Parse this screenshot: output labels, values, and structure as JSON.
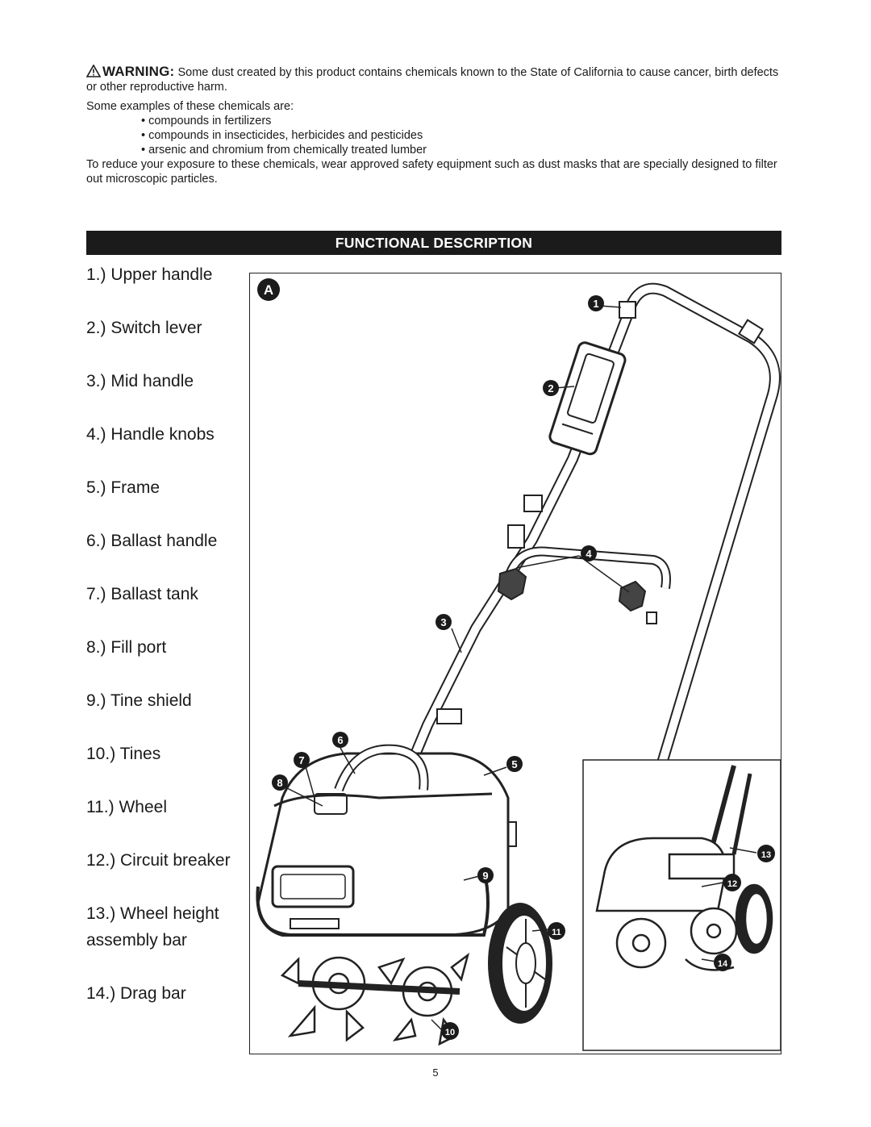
{
  "warning": {
    "head": "WARNING:",
    "text": "Some dust created by this product contains chemicals known to the State of California to cause cancer, birth defects or other reproductive harm.",
    "intro": "Some examples of these chemicals are:",
    "bullets": [
      "compounds in fertilizers",
      "compounds in insecticides, herbicides and pesticides",
      "arsenic and chromium from chemically treated lumber"
    ],
    "closing": "To reduce your exposure to these chemicals, wear approved safety equipment such as dust masks that are specially designed to filter out microscopic particles."
  },
  "section_title": "FUNCTIONAL DESCRIPTION",
  "parts": [
    "1.) Upper handle",
    "2.) Switch lever",
    "3.) Mid handle",
    "4.) Handle knobs",
    "5.) Frame",
    "6.) Ballast handle",
    "7.) Ballast tank",
    "8.) Fill port",
    "9.) Tine shield",
    "10.) Tines",
    "11.) Wheel",
    "12.) Circuit breaker",
    "13.) Wheel height assembly bar",
    "14.) Drag bar"
  ],
  "parts_line2": "assembly bar",
  "parts_line13": "13.) Wheel height",
  "figure": {
    "label": "A",
    "callouts": [
      "1",
      "2",
      "3",
      "4",
      "5",
      "6",
      "7",
      "8",
      "9",
      "10",
      "11",
      "12",
      "13",
      "14"
    ]
  },
  "page_number": "5"
}
